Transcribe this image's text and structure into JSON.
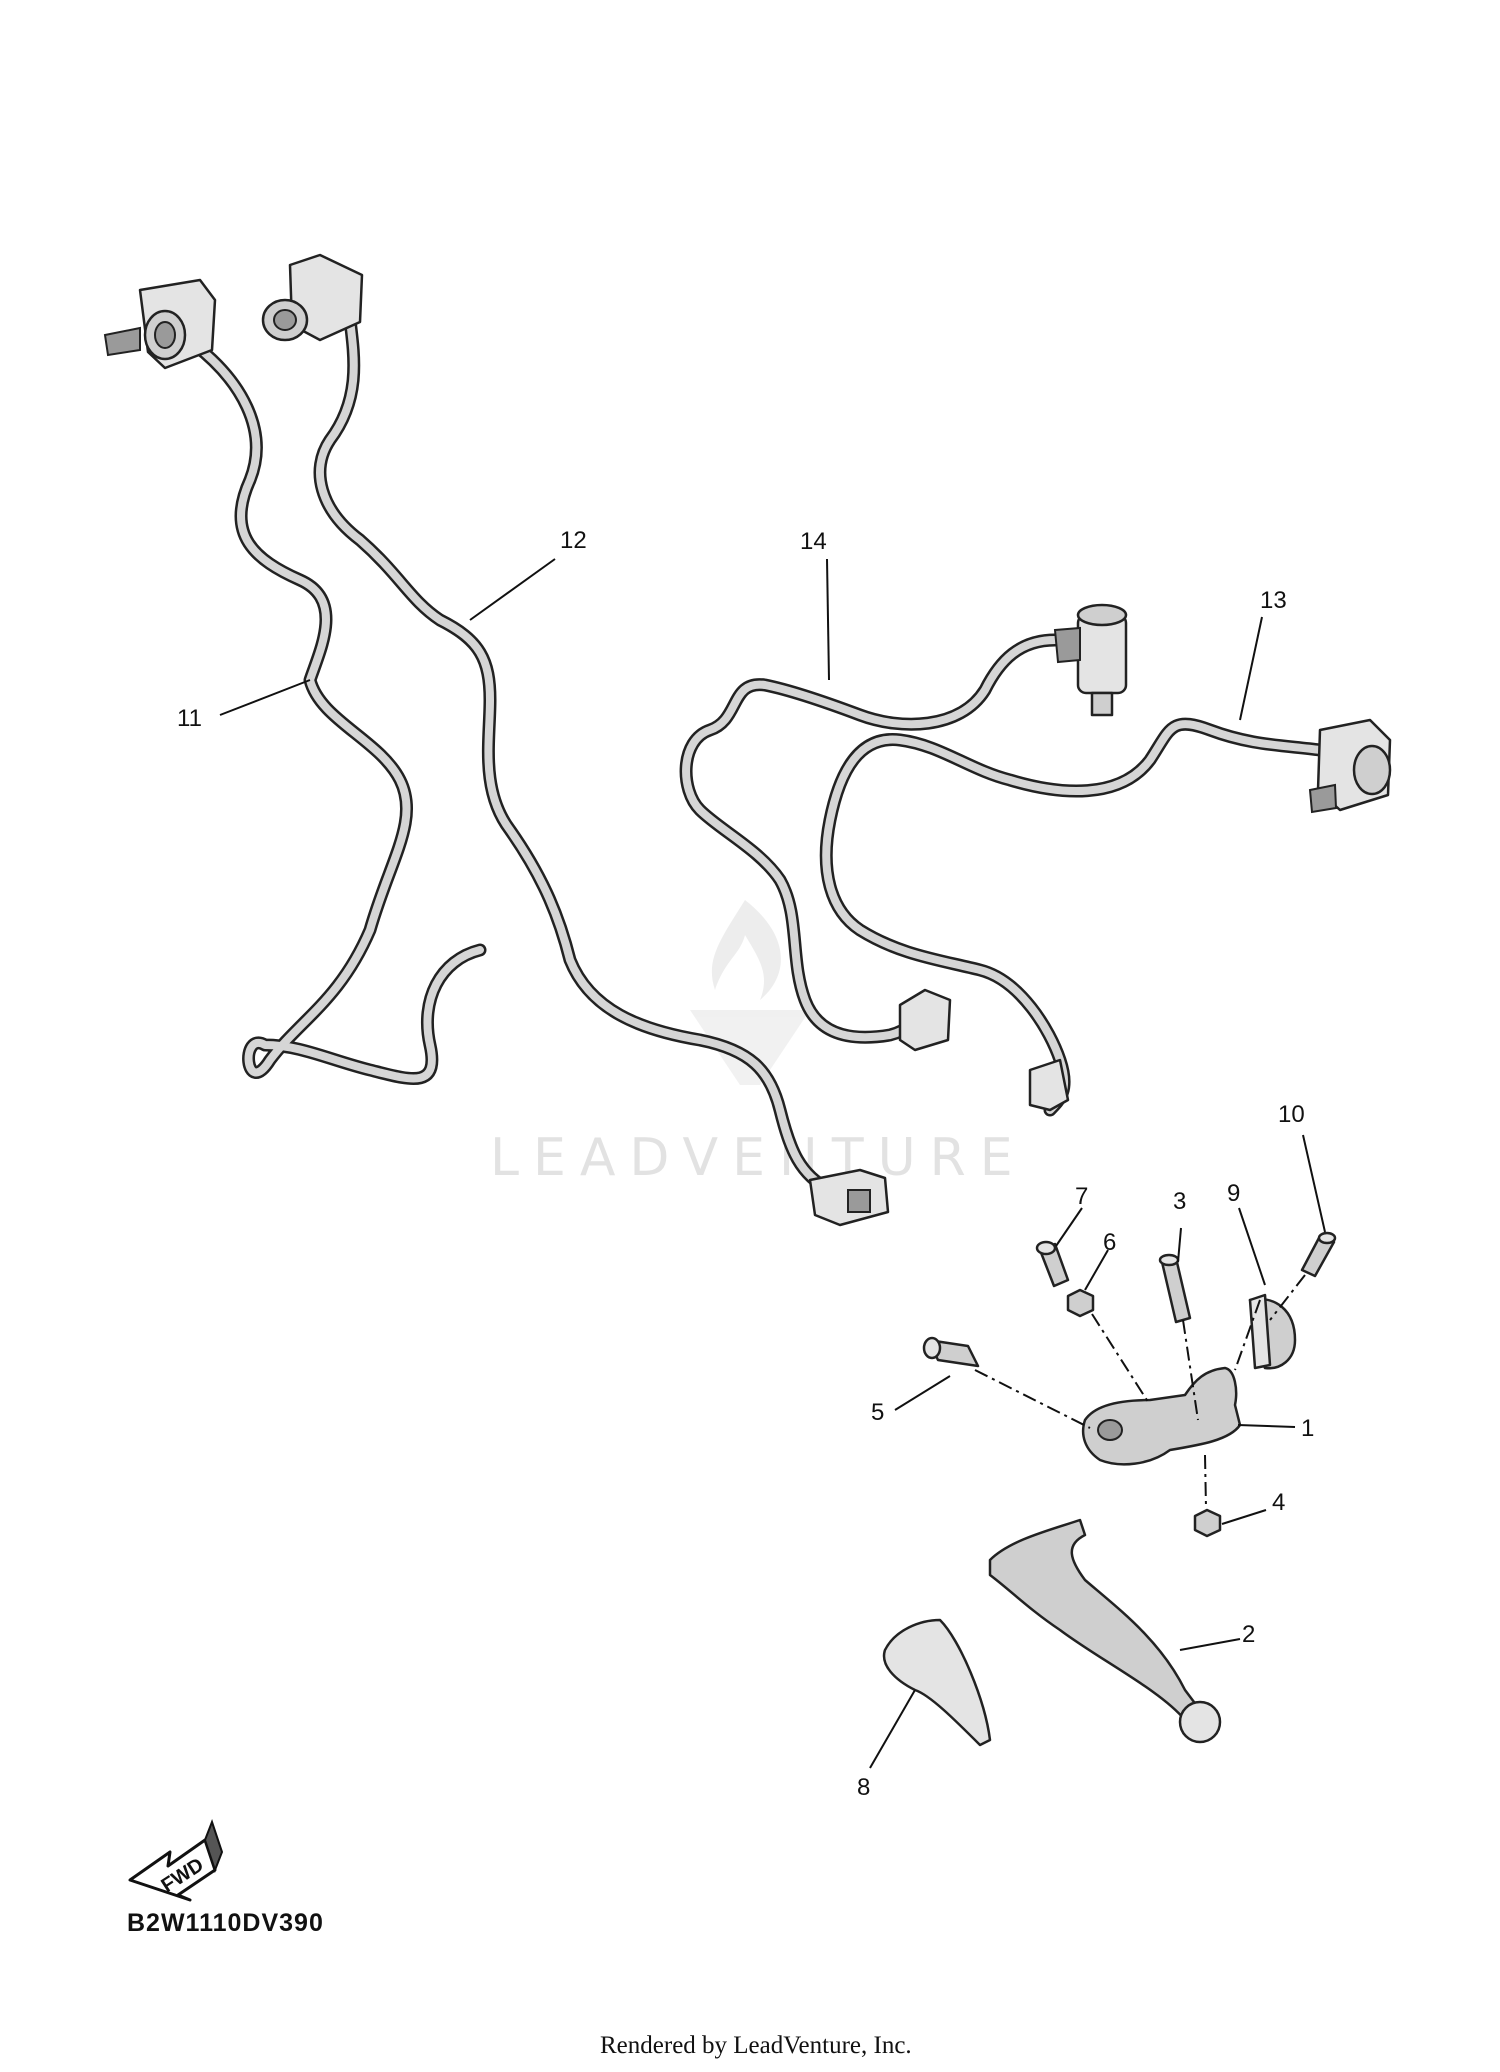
{
  "diagram": {
    "part_callouts": [
      "1",
      "2",
      "3",
      "4",
      "5",
      "6",
      "7",
      "8",
      "9",
      "10",
      "11",
      "12",
      "13",
      "14"
    ],
    "diagram_code": "B2W1110DV390",
    "fwd_arrow_text": "FWD",
    "watermark_text": "LEADVENTURE",
    "footer_text": "Rendered by LeadVenture, Inc."
  }
}
